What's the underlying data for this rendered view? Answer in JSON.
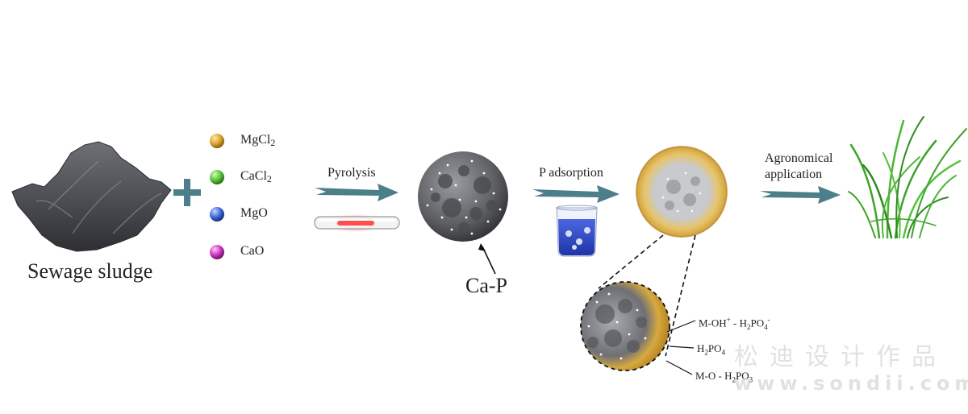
{
  "labels": {
    "sewage_sludge": "Sewage sludge",
    "pyrolysis": "Pyrolysis",
    "p_adsorption": "P adsorption",
    "agronomical_line1": "Agronomical",
    "agronomical_line2": "application",
    "ca_p": "Ca-P"
  },
  "legend": [
    {
      "base": "MgCl",
      "sub": "2",
      "color": "#d9a22a"
    },
    {
      "base": "CaCl",
      "sub": "2",
      "color": "#57c23a"
    },
    {
      "base": "MgO",
      "sub": "",
      "color": "#3a66d8"
    },
    {
      "base": "CaO",
      "sub": "",
      "color": "#cc35c0"
    }
  ],
  "mechanisms": [
    {
      "text": "M-OH",
      "sup1": "+",
      "text2": " - H",
      "sub1": "2",
      "text3": "PO",
      "sub2": "4",
      "sup2": "-"
    },
    {
      "text": "H",
      "sub1": "2",
      "text2": "PO",
      "sub2": "4"
    },
    {
      "text": "M-O - H",
      "sub1": "2",
      "text2": "PO",
      "sub2": "3"
    }
  ],
  "watermark": {
    "line1": "松迪设计作品",
    "line2": "www.sondii.com"
  },
  "colors": {
    "arrow": "#4d7f8a",
    "plus": "#4d7f8a",
    "char": "#5e5f63",
    "coating": "#d9a73a",
    "grass": "#3fa32b"
  }
}
